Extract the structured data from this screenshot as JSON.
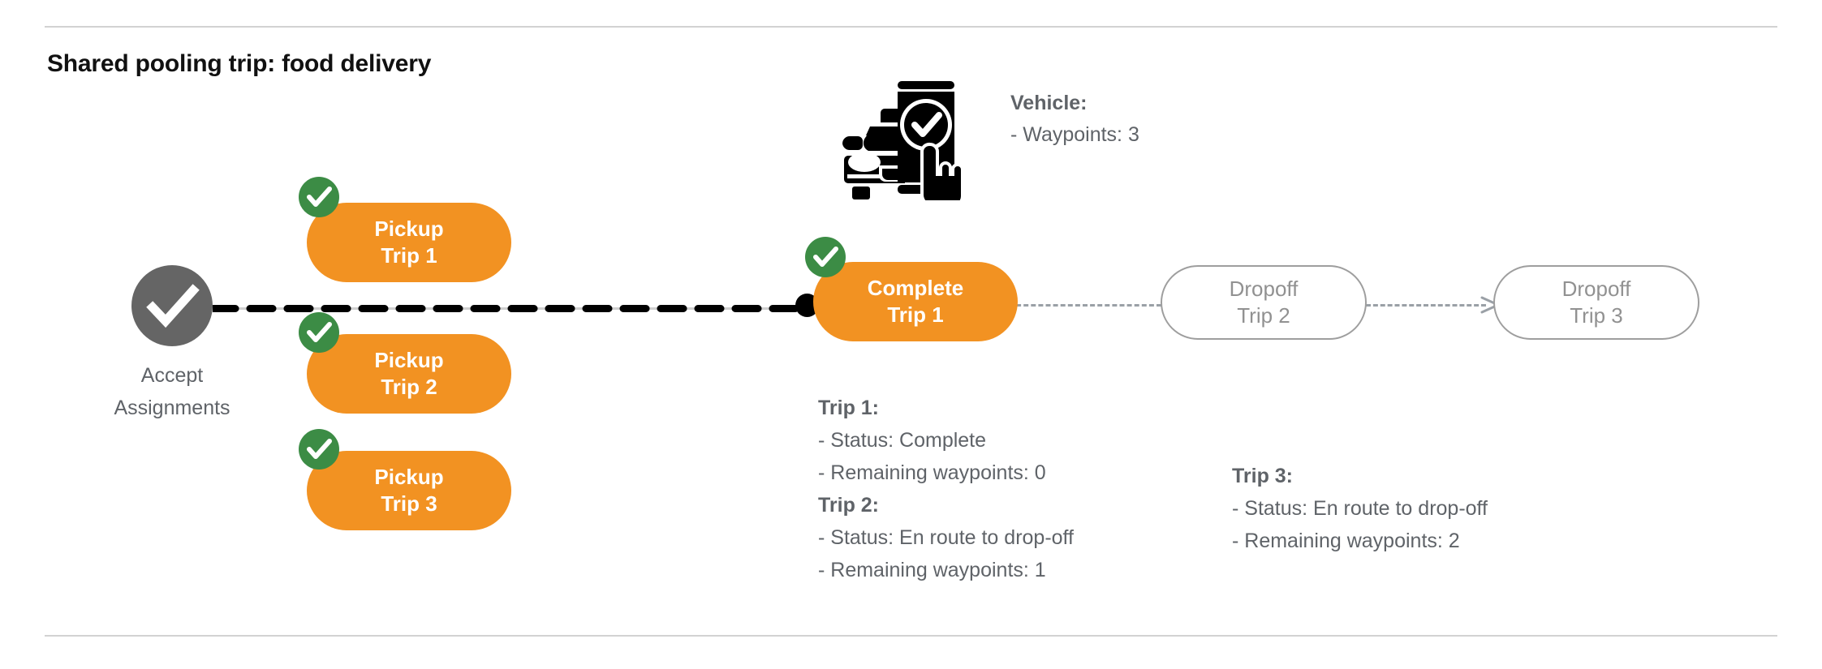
{
  "title": "Shared pooling trip: food delivery",
  "colors": {
    "orange": "#F29222",
    "green": "#3C8C45",
    "gray_node": "#656565",
    "ghost_border": "#9e9e9e",
    "text_gray": "#5f6368",
    "rule": "#d2d2d2",
    "black": "#000000"
  },
  "vehicle": {
    "icon": "car-phone-check-icon",
    "label": "Vehicle:",
    "waypoints_line": "- Waypoints: 3",
    "waypoints": 3
  },
  "accept": {
    "icon": "check-icon",
    "line1": "Accept",
    "line2": "Assignments"
  },
  "nodes": {
    "pickup1": {
      "line1": "Pickup",
      "line2": "Trip 1",
      "badge": "check-icon"
    },
    "pickup2": {
      "line1": "Pickup",
      "line2": "Trip 2",
      "badge": "check-icon"
    },
    "pickup3": {
      "line1": "Pickup",
      "line2": "Trip 3",
      "badge": "check-icon"
    },
    "complete1": {
      "line1": "Complete",
      "line2": "Trip 1",
      "badge": "check-icon"
    },
    "dropoff2": {
      "line1": "Dropoff",
      "line2": "Trip 2"
    },
    "dropoff3": {
      "line1": "Dropoff",
      "line2": "Trip 3"
    }
  },
  "details": {
    "trip1": {
      "header": "Trip 1:",
      "status": "- Status:  Complete",
      "remaining": "- Remaining waypoints: 0"
    },
    "trip2": {
      "header": "Trip 2:",
      "status": "- Status:  En route to drop-off",
      "remaining": "- Remaining waypoints: 1"
    },
    "trip3": {
      "header": "Trip 3:",
      "status": "- Status:  En route to drop-off",
      "remaining": "- Remaining waypoints: 2"
    }
  }
}
